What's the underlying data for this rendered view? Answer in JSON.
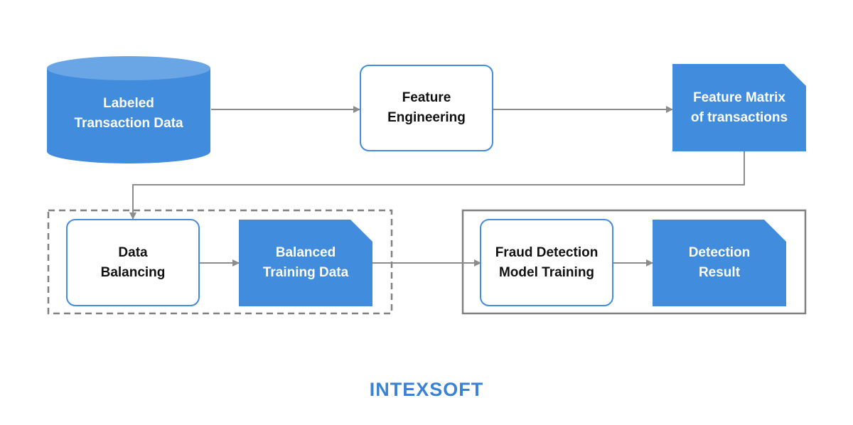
{
  "colors": {
    "accent": "#418cdc",
    "accent_top": "#6aa6e6",
    "box_border": "#418cdc",
    "connector": "#8c8c8c",
    "group_border": "#808080",
    "logo": "#3b82d6"
  },
  "nodes": {
    "labeled_data": {
      "line1": "Labeled",
      "line2": "Transaction Data"
    },
    "feature_engineering": {
      "line1": "Feature",
      "line2": "Engineering"
    },
    "feature_matrix": {
      "line1": "Feature Matrix",
      "line2": "of transactions"
    },
    "data_balancing": {
      "line1": "Data",
      "line2": "Balancing"
    },
    "balanced_training": {
      "line1": "Balanced",
      "line2": "Training Data"
    },
    "model_training": {
      "line1": "Fraud Detection",
      "line2": "Model Training"
    },
    "detection_result": {
      "line1": "Detection",
      "line2": "Result"
    }
  },
  "logo": {
    "text": "INTEXSOFT"
  }
}
